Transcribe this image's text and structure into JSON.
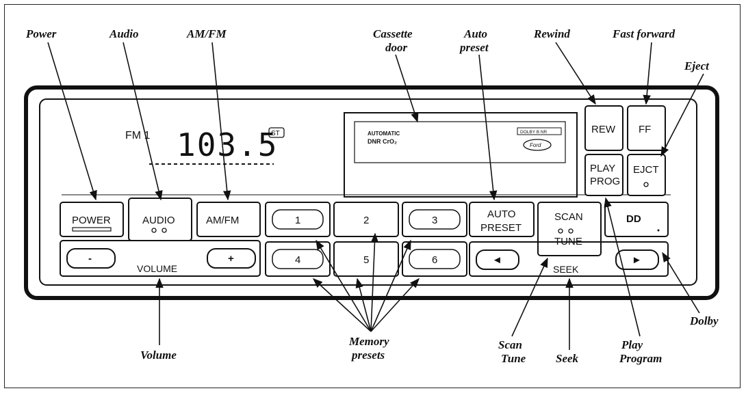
{
  "labels": {
    "power": "Power",
    "audio": "Audio",
    "amfm": "AM/FM",
    "cassette_door": [
      "Cassette",
      "door"
    ],
    "auto_preset": [
      "Auto",
      "preset"
    ],
    "rewind": "Rewind",
    "fast_forward": "Fast forward",
    "eject": "Eject",
    "volume": "Volume",
    "memory_presets": [
      "Memory",
      "presets"
    ],
    "scan_tune": [
      "Scan",
      "Tune"
    ],
    "seek": "Seek",
    "play_program": [
      "Play",
      "Program"
    ],
    "dolby": "Dolby"
  },
  "display": {
    "band": "FM 1",
    "frequency": "103.5",
    "stereo": "ST"
  },
  "cassette": {
    "line1": "AUTOMATIC",
    "line2": "DNR  CrO₂",
    "dolby_mark": "DOLBY B NR",
    "brand": "Ford"
  },
  "buttons": {
    "power": "POWER",
    "audio": "AUDIO",
    "amfm": "AM/FM",
    "preset_1": "1",
    "preset_2": "2",
    "preset_3": "3",
    "preset_4": "4",
    "preset_5": "5",
    "preset_6": "6",
    "auto_preset": [
      "AUTO",
      "PRESET"
    ],
    "scan_tune": [
      "SCAN",
      "TUNE"
    ],
    "rew": "REW",
    "ff": "FF",
    "play_prog": [
      "PLAY",
      "PROG"
    ],
    "eject": "EJCT",
    "dolby": "DD",
    "vol_minus": "-",
    "vol_plus": "+",
    "seek_back": "◄",
    "seek_fwd": "►"
  },
  "panel_labels": {
    "volume": "VOLUME",
    "seek": "SEEK"
  }
}
